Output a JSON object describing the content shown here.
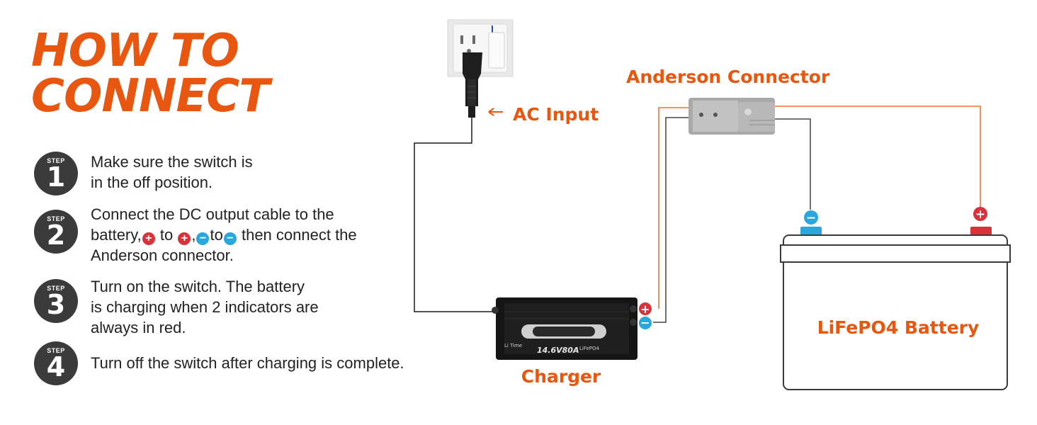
{
  "title": {
    "line1": "HOW TO",
    "line2": "CONNECT"
  },
  "step_word": "STEP",
  "steps": [
    {
      "number": "1",
      "text": [
        "Make sure the switch is",
        "in the off position."
      ]
    },
    {
      "number": "2",
      "text_a": "Connect the DC output cable to the",
      "text_b1": "battery,",
      "text_b2": "to",
      "text_b3": ",",
      "text_b4": "to",
      "text_b5": "then connect the",
      "text_c": "Anderson connector."
    },
    {
      "number": "3",
      "text": [
        "Turn on the switch. The battery",
        "is charging when 2 indicators are",
        "always in red."
      ]
    },
    {
      "number": "4",
      "text": [
        "Turn off the switch after charging is complete."
      ]
    }
  ],
  "labels": {
    "ac_input": "AC Input",
    "anderson": "Anderson Connector",
    "charger": "Charger",
    "battery": "LiFePO4 Battery"
  },
  "charger_face": {
    "rating": "14.6V80A",
    "chem": "LiFePO4",
    "brand": "Li Time"
  },
  "polarity": {
    "positive": "+",
    "negative": "−"
  },
  "colors": {
    "accent": "#e8560f",
    "badge": "#3b3b3b",
    "positive": "#d8323a",
    "negative": "#2aa7dd",
    "wire_positive": "#e8560f",
    "wire_negative": "#222222"
  }
}
